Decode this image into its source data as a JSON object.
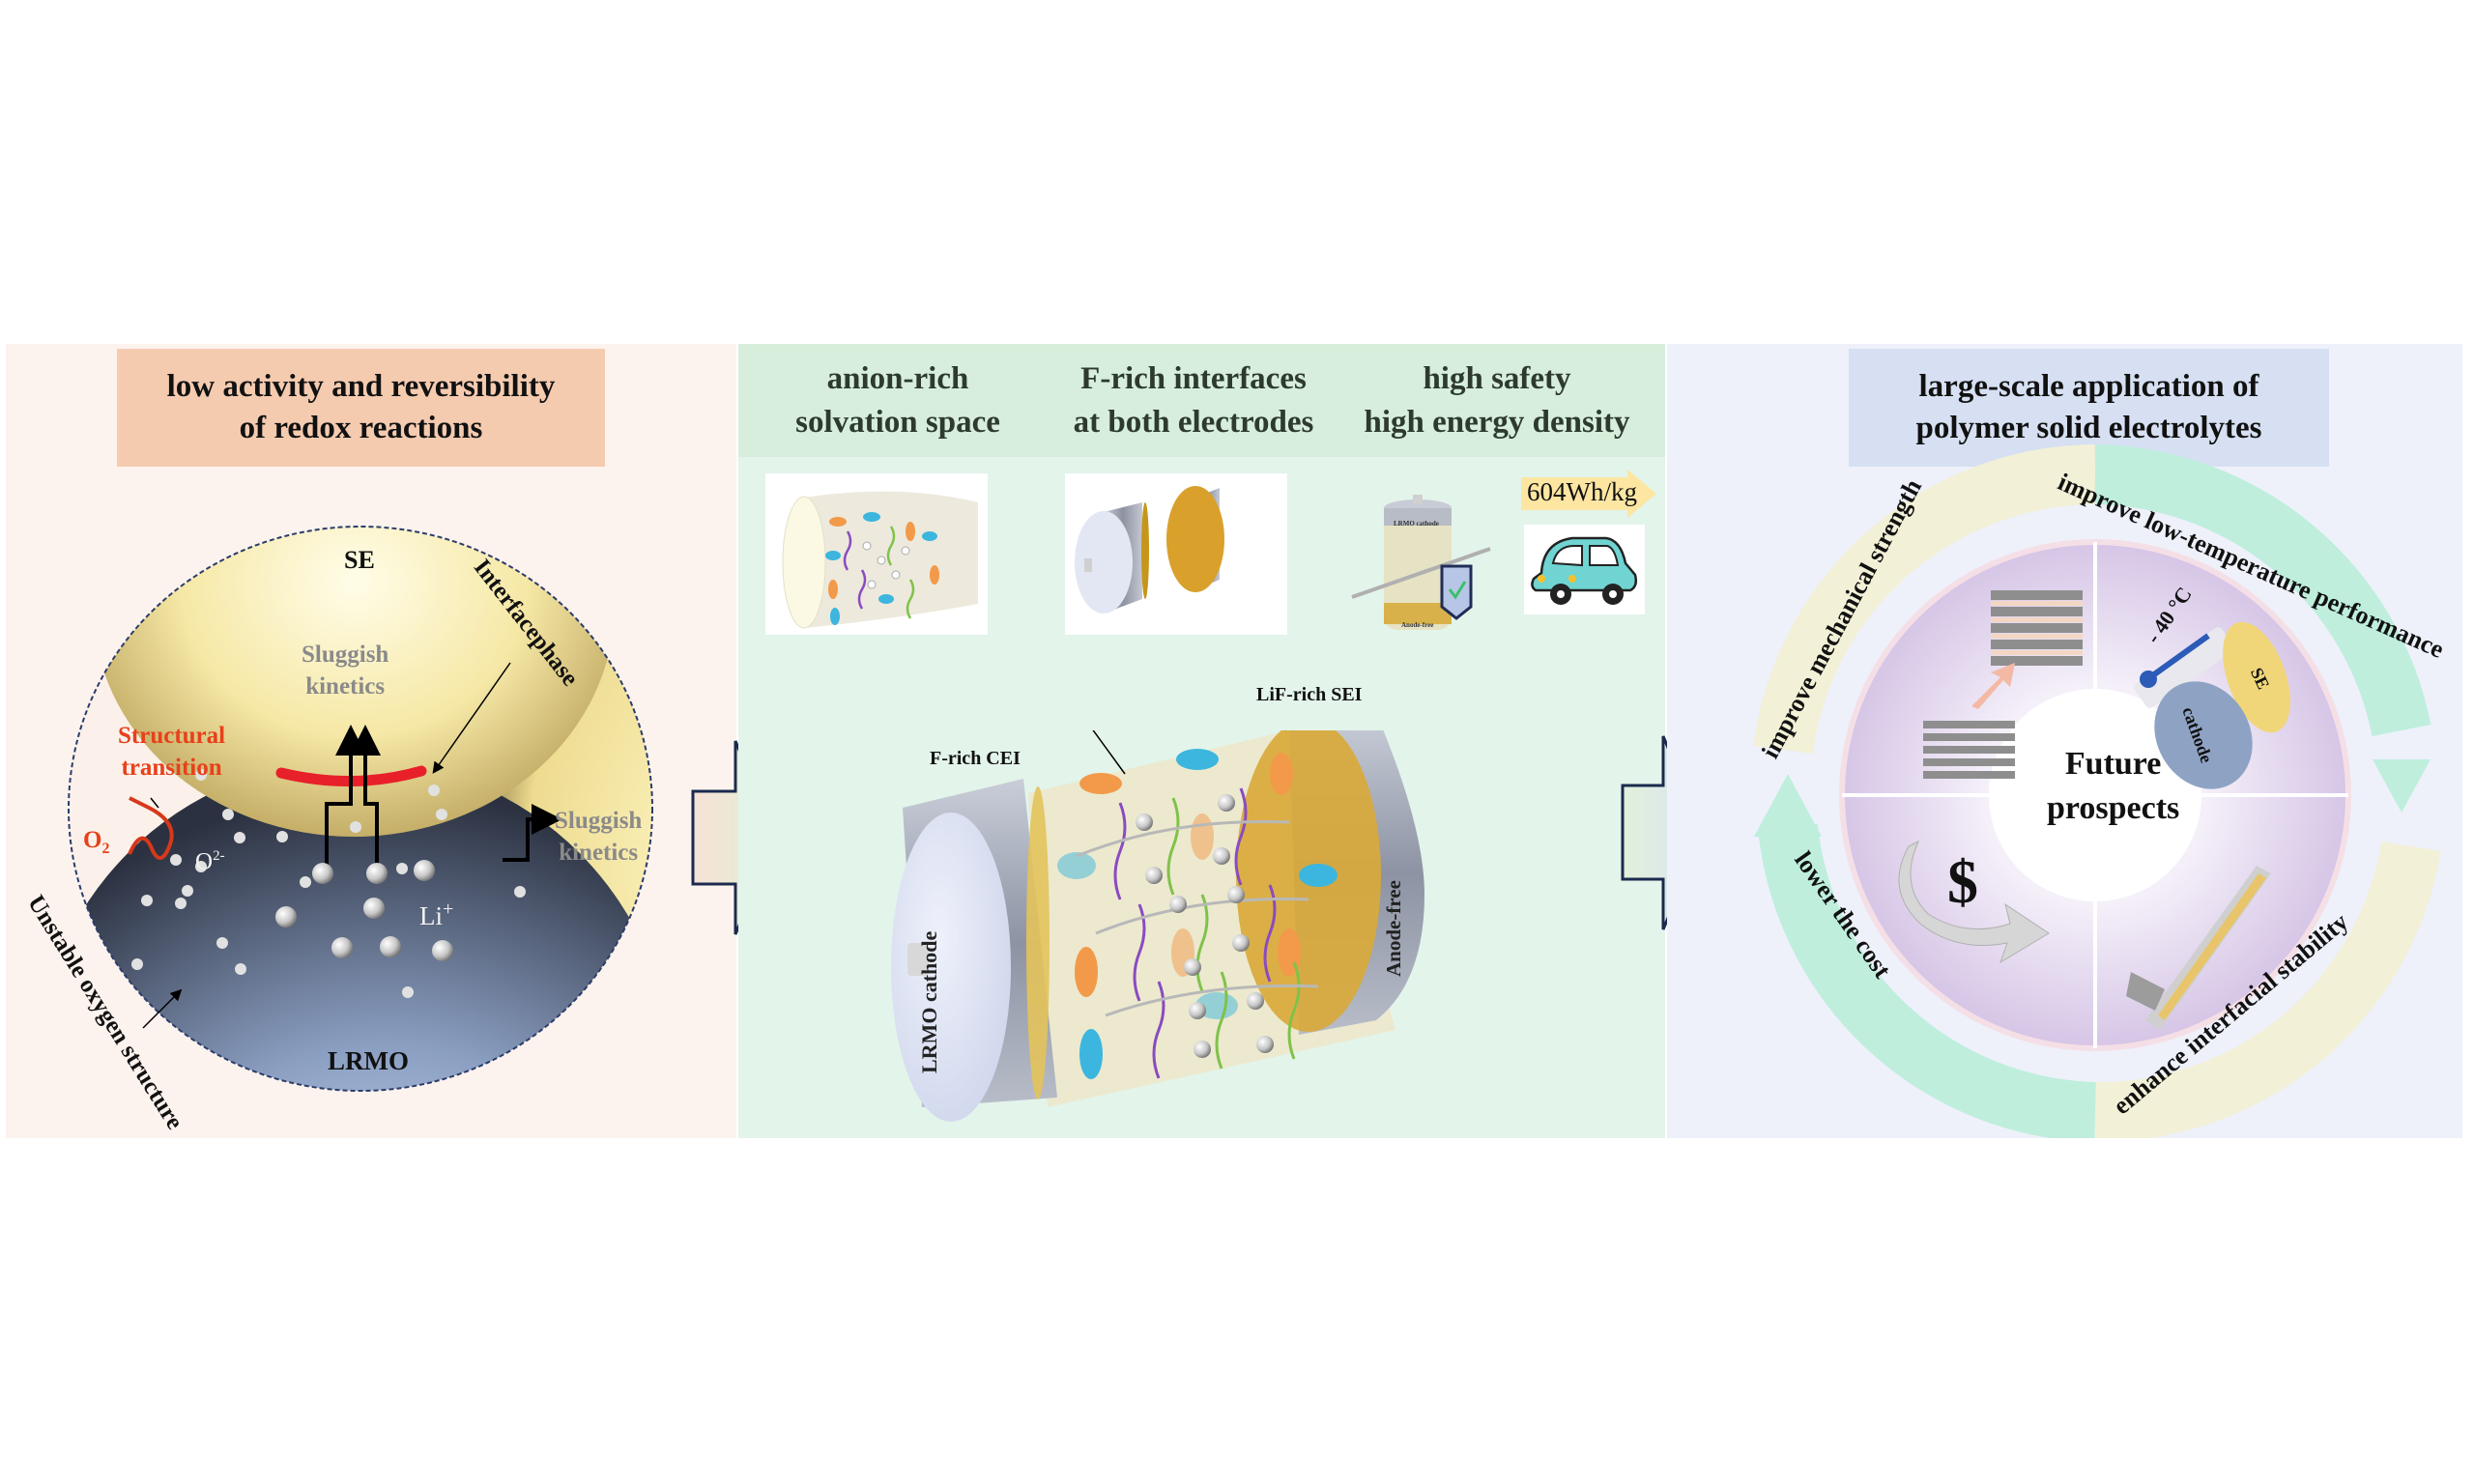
{
  "left_panel": {
    "title_line1": "low activity and reversibility",
    "title_line2": "of redox reactions",
    "labels": {
      "se": "SE",
      "interfacephase": "Interfacephase",
      "sluggish_kinetics_top_1": "Sluggish",
      "sluggish_kinetics_top_2": "kinetics",
      "sluggish_kinetics_right_1": "Sluggish",
      "sluggish_kinetics_right_2": "kinetics",
      "structural_transition_1": "Structural",
      "structural_transition_2": "transition",
      "o2": "O",
      "o2_sub": "2",
      "oxide_ion": "O",
      "oxide_ion_sup": "2-",
      "li_ion": "Li",
      "li_ion_sup": "+",
      "lrmo": "LRMO",
      "unstable_oxygen": "Unstable oxygen structure"
    },
    "colors": {
      "se_yellow": "#f4e6a0",
      "lrmo_blue": "#8fa3c4",
      "interphase_red": "#e8202a",
      "accent_red": "#e8401a"
    }
  },
  "middle_panel": {
    "headers": [
      {
        "line1": "anion-rich",
        "line2": "solvation space"
      },
      {
        "line1": "F-rich interfaces",
        "line2": "at both electrodes"
      },
      {
        "line1": "high safety",
        "line2": "high energy density"
      }
    ],
    "energy_density_badge": "604Wh/kg",
    "mini_battery_labels": {
      "top": "LRMO cathode",
      "bottom": "Anode-free"
    },
    "battery_labels": {
      "f_rich_cei": "F-rich CEI",
      "lif_rich_sei": "LiF-rich SEI",
      "cathode": "LRMO cathode",
      "anode": "Anode-free"
    },
    "colors": {
      "anion_orange": "#f29a4a",
      "anion_blue": "#3cb6de",
      "chain_purple": "#8a4bc0",
      "chain_green": "#7fc24a",
      "gold": "#d9a93a"
    }
  },
  "right_panel": {
    "title_line1": "large-scale application of",
    "title_line2": "polymer solid electrolytes",
    "center_line1": "Future",
    "center_line2": "prospects",
    "arc_labels": {
      "mechanical": "improve mechanical strength",
      "low_temp": "improve low-temperature performance",
      "interfacial": "enhance interfacial stability",
      "cost": "lower the cost"
    },
    "quadrant_labels": {
      "temperature": "- 40 °C",
      "se": "SE",
      "cathode": "cathode",
      "currency": "$"
    },
    "colors": {
      "arc_teal": "#b8ecdc",
      "arc_cream": "#f3f1d4",
      "disc_purple": "#dccdea"
    }
  }
}
